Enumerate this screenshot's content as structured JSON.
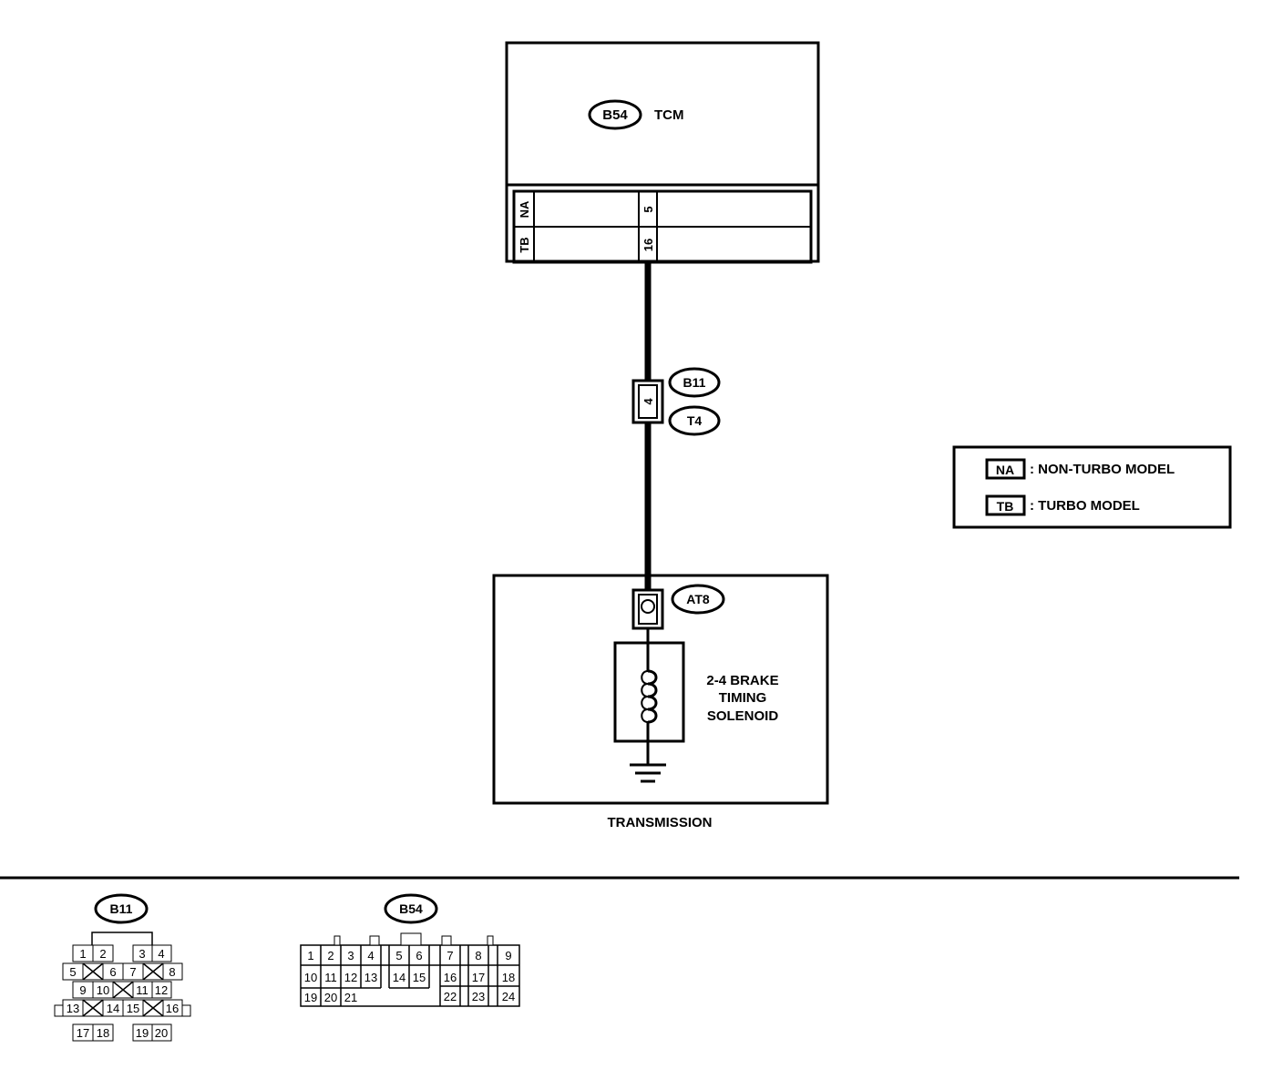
{
  "tcm": {
    "connector": "B54",
    "label": "TCM"
  },
  "tcm_pins": [
    {
      "model": "NA",
      "pin": "5"
    },
    {
      "model": "TB",
      "pin": "16"
    }
  ],
  "junction": {
    "pin": "4",
    "connectors": [
      "B11",
      "T4"
    ]
  },
  "solenoid": {
    "connector": "AT8",
    "label_lines": [
      "2-4 BRAKE",
      "TIMING",
      "SOLENOID"
    ]
  },
  "transmission_label": "TRANSMISSION",
  "legend": [
    {
      "code": "NA",
      "text": ": NON-TURBO MODEL"
    },
    {
      "code": "TB",
      "text": ": TURBO MODEL"
    }
  ],
  "connector_views": [
    {
      "id": "B11",
      "rows": [
        [
          "1",
          "2",
          "",
          "3",
          "4"
        ],
        [
          "5",
          "",
          "6",
          "7",
          "",
          "8"
        ],
        [
          "9",
          "10",
          "",
          "11",
          "12"
        ],
        [
          "13",
          "",
          "14",
          "15",
          "",
          "16"
        ],
        [
          "17",
          "18",
          "",
          "19",
          "20"
        ]
      ]
    },
    {
      "id": "B54",
      "rows": [
        [
          "1",
          "2",
          "3",
          "4",
          "5",
          "6",
          "7",
          "8",
          "9"
        ],
        [
          "10",
          "11",
          "12",
          "13",
          "14",
          "15",
          "16",
          "17",
          "18"
        ],
        [
          "19",
          "20",
          "21",
          "22",
          "23",
          "24"
        ]
      ]
    }
  ]
}
